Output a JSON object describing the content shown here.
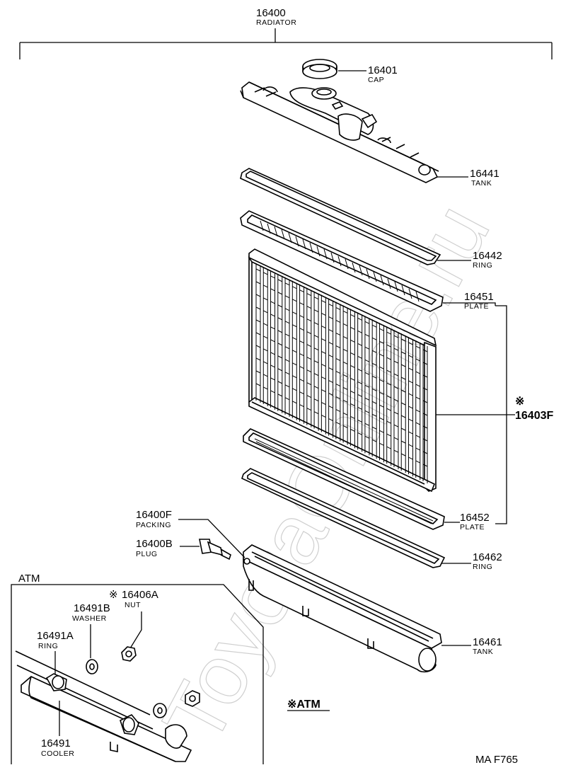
{
  "watermark": "ToyotaOnline.ru",
  "assembly": {
    "number": "16400",
    "name": "RADIATOR"
  },
  "parts": {
    "cap": {
      "number": "16401",
      "name": "CAP"
    },
    "tank_upper": {
      "number": "16441",
      "name": "TANK"
    },
    "ring_upper": {
      "number": "16442",
      "name": "RING"
    },
    "plate_upper": {
      "number": "16451",
      "name": "PLATE"
    },
    "core": {
      "mark": "※",
      "number": "16403F"
    },
    "plate_lower": {
      "number": "16452",
      "name": "PLATE"
    },
    "packing": {
      "number": "16400F",
      "name": "PACKING"
    },
    "plug": {
      "number": "16400B",
      "name": "PLUG"
    },
    "ring_lower": {
      "number": "16462",
      "name": "RING"
    },
    "tank_lower": {
      "number": "16461",
      "name": "TANK"
    }
  },
  "atm": {
    "title": "ATM",
    "nut": {
      "mark": "※",
      "number": "16406A",
      "name": "NUT"
    },
    "washer": {
      "number": "16491B",
      "name": "WASHER"
    },
    "ring": {
      "number": "16491A",
      "name": "RING"
    },
    "cooler": {
      "number": "16491",
      "name": "COOLER"
    }
  },
  "note": "※ATM",
  "figure_code": "MA F765"
}
